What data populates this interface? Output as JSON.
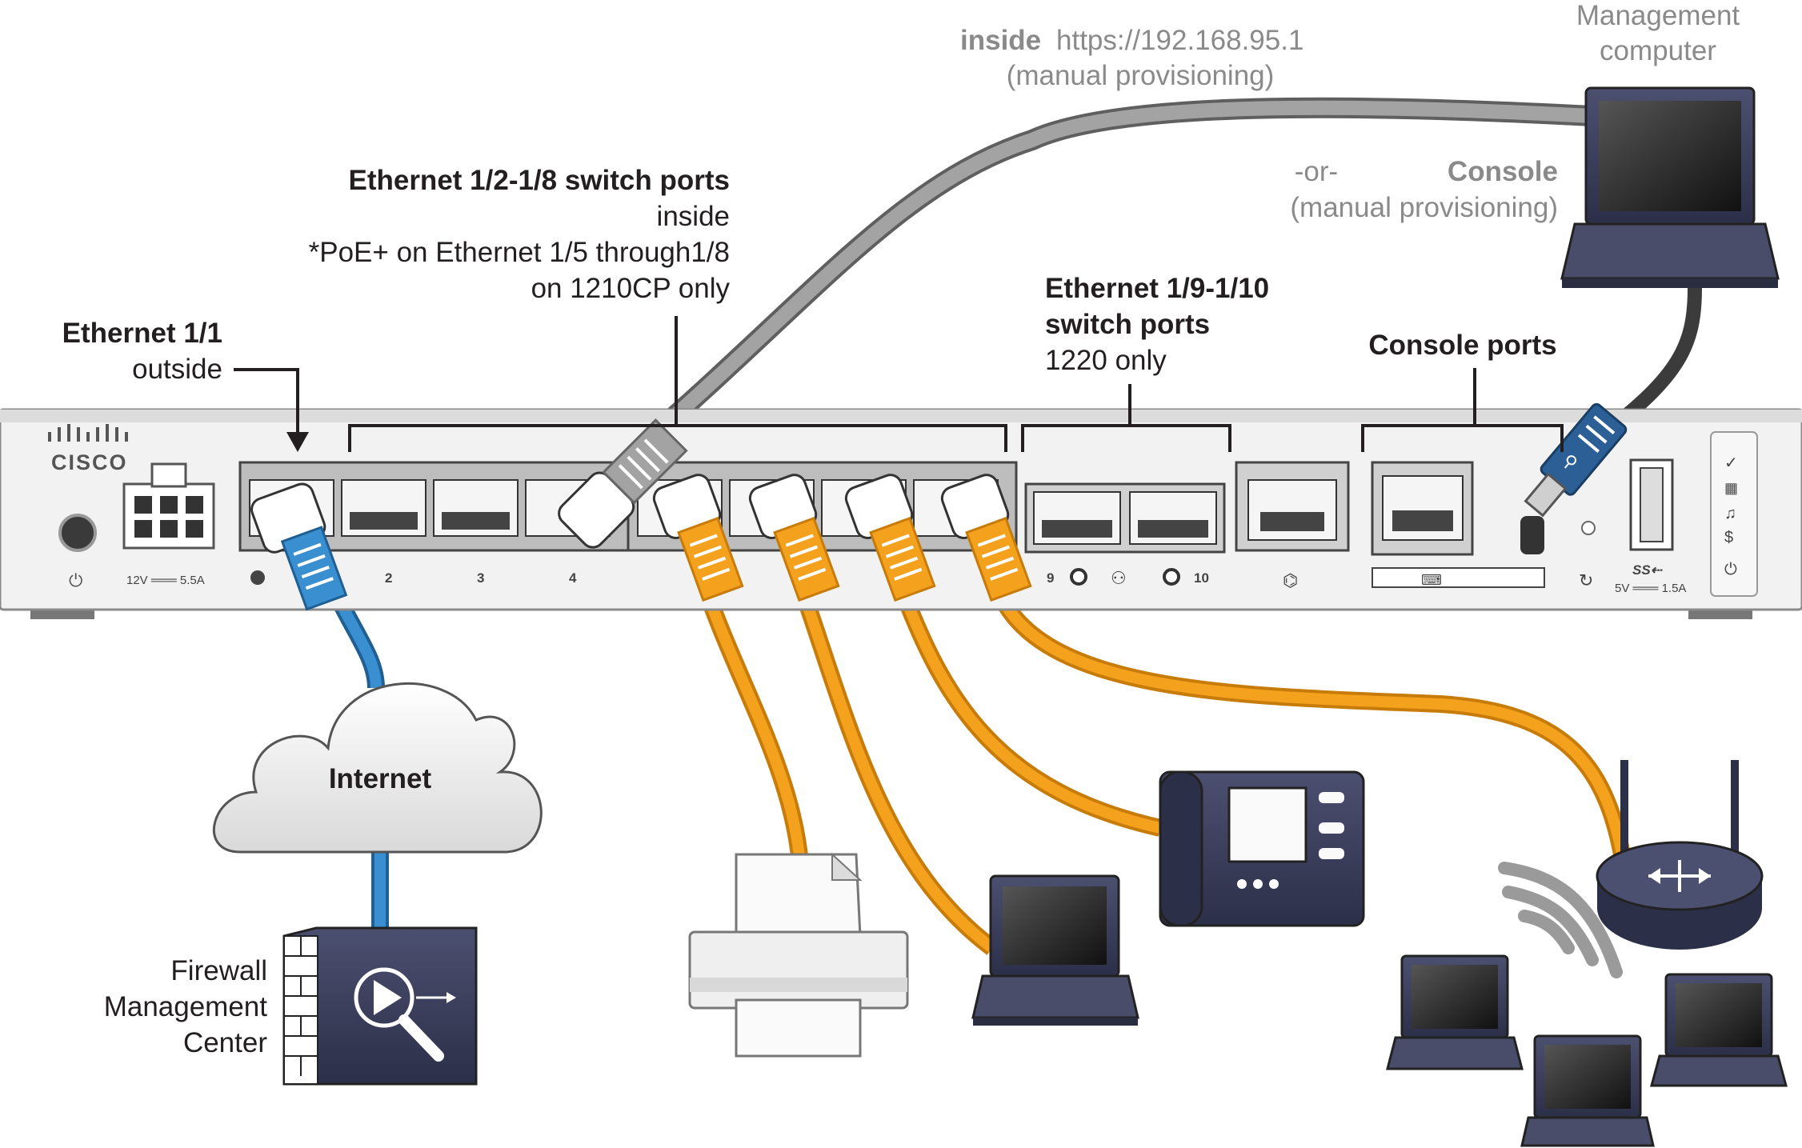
{
  "labels": {
    "mgmt_computer_line1": "Management",
    "mgmt_computer_line2": "computer",
    "inside_bold": "inside",
    "inside_url": "https://192.168.95.1",
    "inside_manual": "(manual provisioning)",
    "or": "-or-",
    "console_bold": "Console",
    "console_manual": "(manual provisioning)",
    "eth_switch_title": "Ethernet 1/2-1/8 switch ports",
    "eth_switch_inside": "inside",
    "eth_switch_poe": "*PoE+ on Ethernet 1/5 through1/8",
    "eth_switch_model": "on 1210CP only",
    "eth11_title": "Ethernet 1/1",
    "eth11_outside": "outside",
    "eth910_title1": "Ethernet 1/9-1/10",
    "eth910_title2": "switch ports",
    "eth910_model": "1220 only",
    "console_ports": "Console ports",
    "internet": "Internet",
    "fmc_line1": "Firewall",
    "fmc_line2": "Management",
    "fmc_line3": "Center"
  },
  "chassis": {
    "brand": "CISCO",
    "power_rating": "12V ═══ 5.5A",
    "port_numbers": [
      "2",
      "3",
      "4"
    ],
    "sfp_left": "9",
    "sfp_right": "10",
    "usb_logo": "SS⇠",
    "usb_rating": "5V ═══ 1.5A"
  },
  "colors": {
    "outside_cable": "#3a8fd0",
    "inside_cable": "#f4a11e",
    "mgmt_cable": "#9a9a9a",
    "console_cable": "#2c5f96",
    "chassis": "#f2f2f2",
    "device_dark": "#3a3d5c"
  }
}
